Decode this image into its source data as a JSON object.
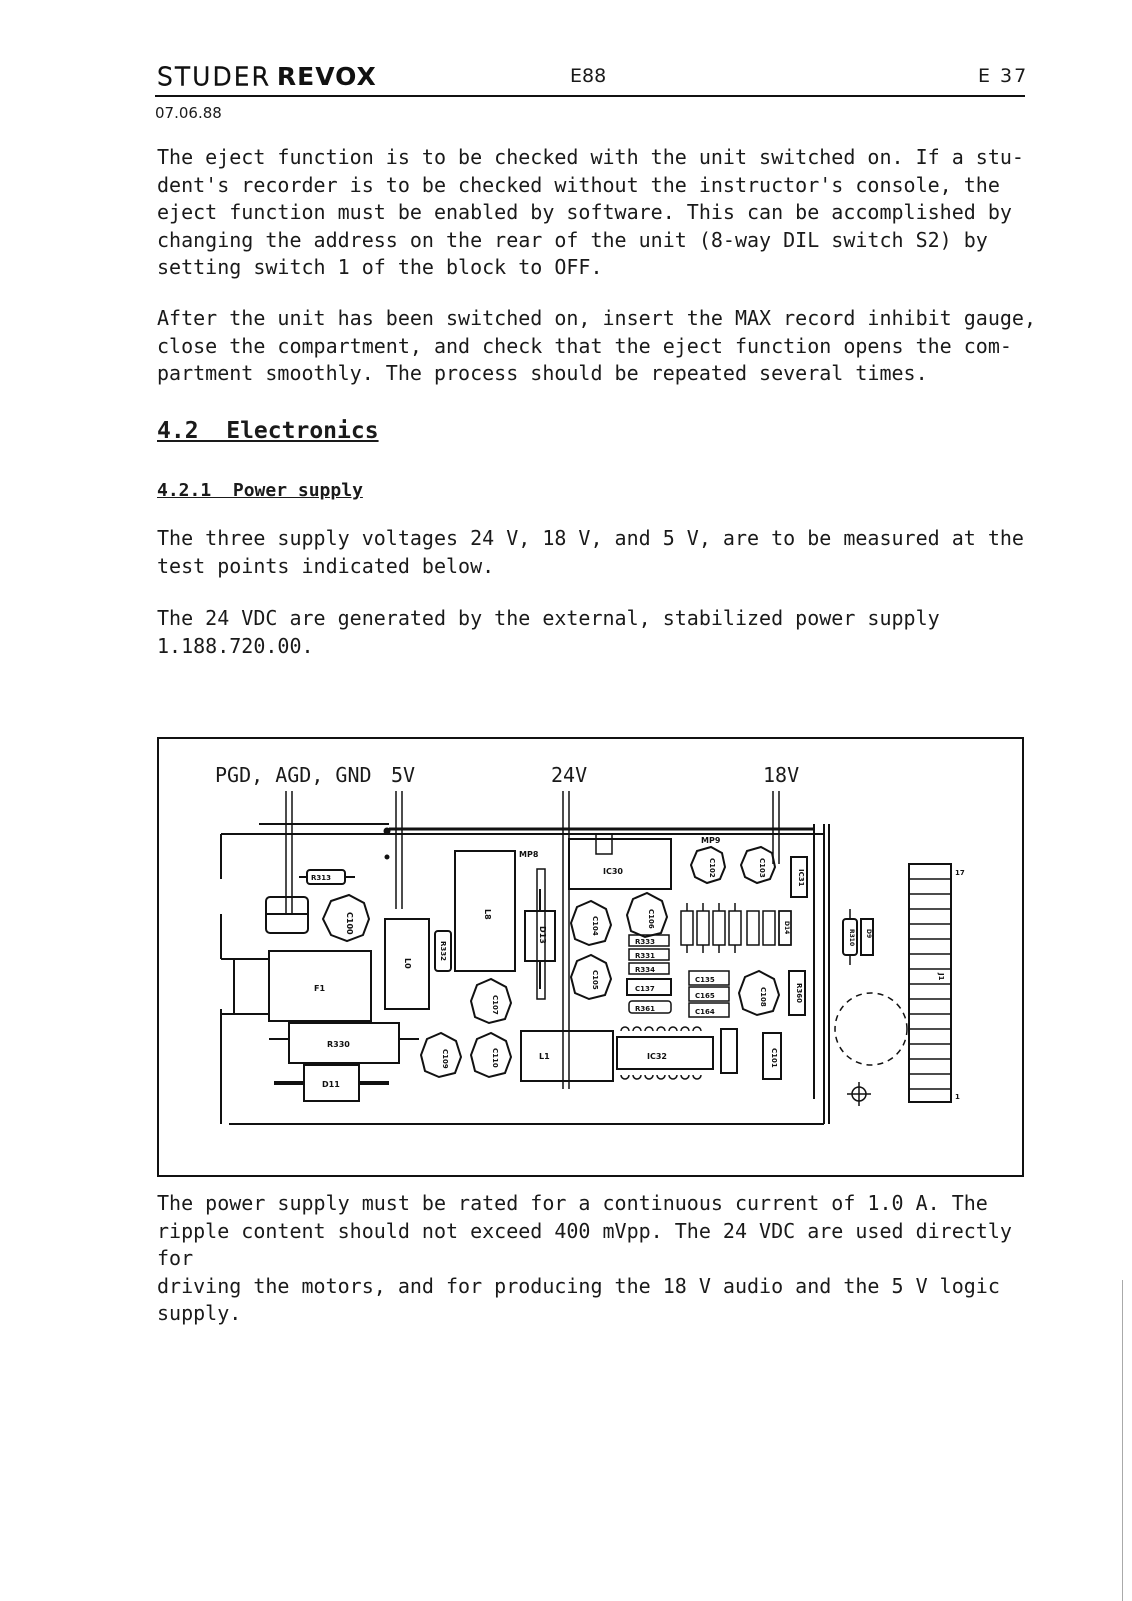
{
  "header": {
    "logo_left": "STUDER",
    "logo_right": "REVOX",
    "model": "E88",
    "page": "E 37",
    "date": "07.06.88"
  },
  "paragraphs": {
    "p1": "The eject function is to be checked with the unit switched on.  If a stu-\ndent's recorder is to be checked without the  instructor's console, the\neject function must be enabled by  software. This can be accomplished by\nchanging the address on  the rear of the unit (8-way DIL switch S2) by\nsetting switch 1  of the block to OFF.",
    "p2": "After the unit has been switched on, insert the MAX record inhibit gauge,\nclose the compartment, and check that the eject  function opens the com-\npartment smoothly. The process should be  repeated several times.",
    "p3": "The three supply voltages 24 V, 18 V, and 5 V, are to be  measured at the\ntest points indicated below.",
    "p4": "The 24 VDC are generated by the external, stabilized power  supply\n1.188.720.00.",
    "p5": "The power supply must be rated for a  continuous current of 1.0 A. The\nripple content should not exceed 400 mVpp. The 24 VDC are used directly for\ndriving the  motors, and for producing the 18 V audio and the 5 V logic\nsupply."
  },
  "headings": {
    "section": "4.2  Electronics",
    "subsection": "4.2.1  Power supply"
  },
  "figure": {
    "test_points": {
      "gnd": "PGD, AGD, GND",
      "v5": "5V",
      "v24": "24V",
      "v18": "18V"
    },
    "components": {
      "r313": "R313",
      "c100": "C100",
      "f1": "F1",
      "r330": "R330",
      "d11": "D11",
      "l0": "L0",
      "r332": "R332",
      "l8": "L8",
      "d13": "D13",
      "mp8": "MP8",
      "ic30": "IC30",
      "c102": "C102",
      "c103": "C103",
      "c104": "C104",
      "c105": "C105",
      "c106": "C106",
      "c107": "C107",
      "l1": "L1",
      "r333": "R333",
      "r331": "R331",
      "r334": "R334",
      "c137": "C137",
      "r361": "R361",
      "ic32": "IC32",
      "c101": "C101",
      "c135": "C135",
      "c165": "C165",
      "c164": "C164",
      "c108": "C108",
      "r360": "R360",
      "c110": "C110",
      "mp9": "MP9",
      "c109": "C109",
      "ic31": "IC31",
      "d14": "D14",
      "r310": "R310",
      "d9": "D9",
      "j1": "J1",
      "pin17": "17",
      "pin1": "1"
    }
  }
}
